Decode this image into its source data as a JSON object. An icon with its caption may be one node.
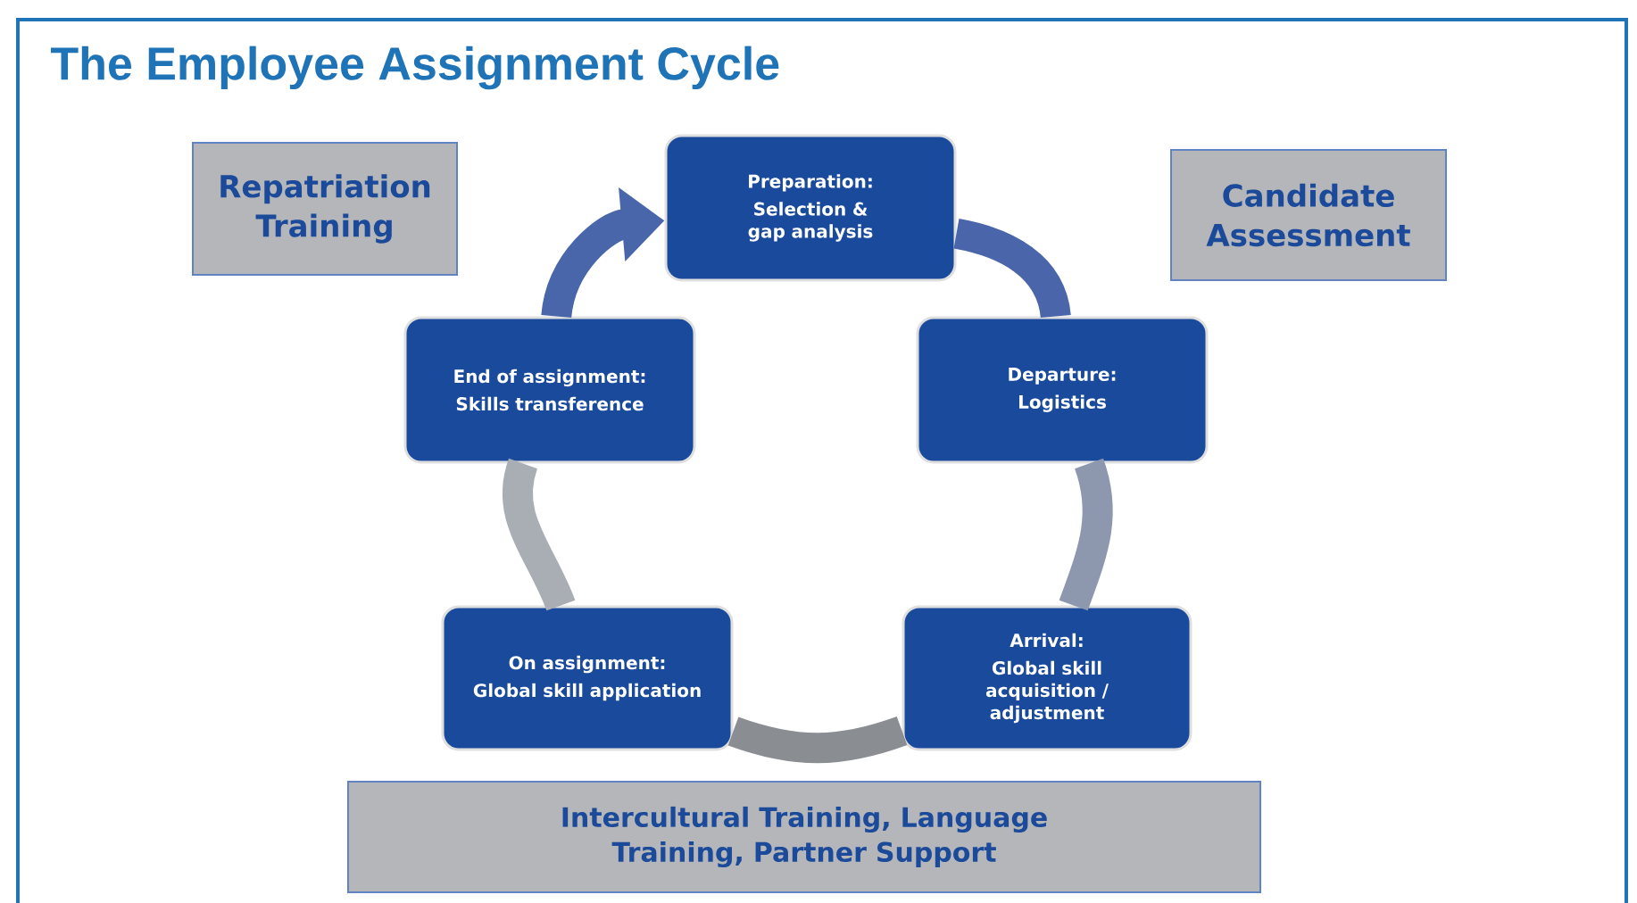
{
  "diagram": {
    "title": "The Employee Assignment Cycle",
    "nodes": [
      {
        "text": [
          "Repatriation Training"
        ]
      },
      {
        "text": [
          "Preparation:",
          "Selection & gap analysis"
        ]
      },
      {
        "text": [
          "Candidate Assessment"
        ]
      },
      {
        "text": [
          "End of assignment:",
          "Skills transference"
        ]
      },
      {
        "text": [
          "Departure:",
          "Logistics"
        ]
      },
      {
        "text": [
          "On assignment:",
          "Global skill application"
        ]
      },
      {
        "text": [
          "Arrival:",
          "Global skill acquisition / adjustment"
        ]
      },
      {
        "text": [
          "Intercultural Training, Language Training, Partner Support"
        ]
      }
    ],
    "edges": [
      {
        "from": 1,
        "to": 4,
        "arrow": "none",
        "color": "#4a65a9"
      },
      {
        "from": 4,
        "to": 6,
        "arrow": "none",
        "color": "#8d98ae"
      },
      {
        "from": 6,
        "to": 5,
        "arrow": "none",
        "color": "#8a8d92"
      },
      {
        "from": 5,
        "to": 3,
        "arrow": "none",
        "color": "#a9adb4"
      },
      {
        "from": 3,
        "to": 1,
        "arrow": "to",
        "color": "#4a66ab"
      }
    ]
  }
}
